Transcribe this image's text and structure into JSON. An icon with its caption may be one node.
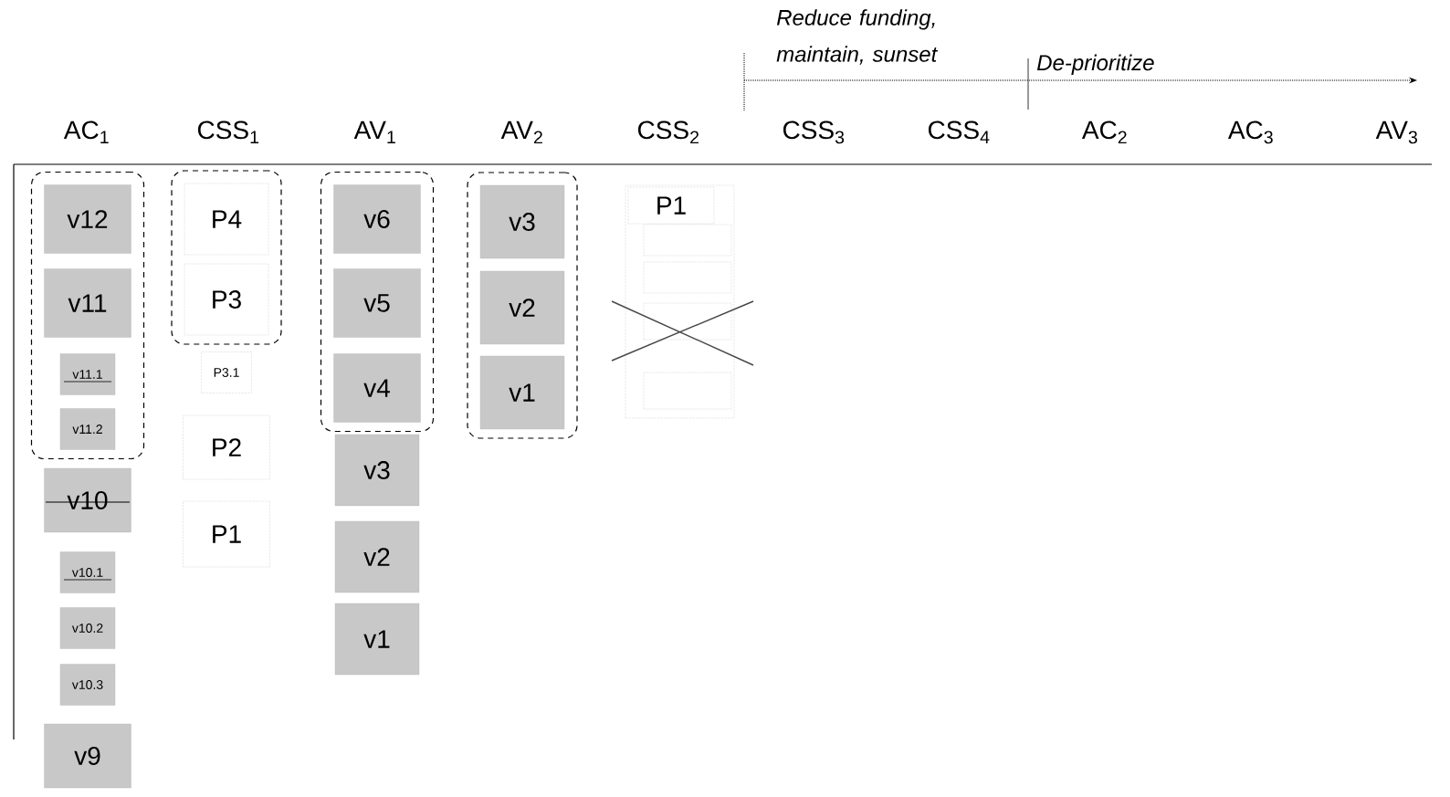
{
  "diagram": {
    "nodes": [
      {
        "text": [],
        "shape": "box"
      },
      {
        "text": [
          "v12"
        ],
        "in": 0
      },
      {
        "text": [
          "v11"
        ],
        "in": 0
      },
      {
        "text": [
          "v11.1"
        ],
        "in": 0
      },
      {
        "text": [
          "v11.2"
        ],
        "in": 0
      },
      {
        "text": [
          "v10"
        ]
      },
      {
        "text": [
          "v10.1"
        ]
      },
      {
        "text": [
          "v10.2"
        ]
      },
      {
        "text": [
          "v10.3"
        ]
      },
      {
        "text": [
          "v9"
        ]
      },
      {
        "text": [],
        "shape": "box"
      },
      {
        "text": [
          "P4"
        ],
        "in": 10
      },
      {
        "text": [
          "P3"
        ],
        "in": 10
      },
      {
        "text": [
          "P3.1"
        ]
      },
      {
        "text": [
          "P2"
        ]
      },
      {
        "text": [
          "P1"
        ]
      },
      {
        "text": [],
        "shape": "box"
      },
      {
        "text": [
          "v6"
        ],
        "in": 16
      },
      {
        "text": [
          "v5"
        ],
        "in": 16
      },
      {
        "text": [
          "v4"
        ],
        "in": 16
      },
      {
        "text": [
          "v3"
        ]
      },
      {
        "text": [
          "v2"
        ]
      },
      {
        "text": [
          "v1"
        ]
      },
      {
        "text": [],
        "shape": "box"
      },
      {
        "text": [
          "v3"
        ],
        "in": 23
      },
      {
        "text": [
          "v2"
        ],
        "in": 23
      },
      {
        "text": [
          "v1"
        ],
        "in": 23
      },
      {
        "text": [],
        "shape": "box"
      },
      {
        "text": [
          "P1"
        ],
        "in": 27
      },
      {
        "text": [],
        "shape": "box",
        "in": 27
      },
      {
        "text": [],
        "shape": "box",
        "in": 27
      },
      {
        "text": [],
        "shape": "box",
        "in": 27
      },
      {
        "text": [],
        "shape": "box",
        "in": 27
      }
    ],
    "labels": [
      "Reduce funding, maintain, sunset",
      "De-prioritize",
      "AC$_{1}$",
      "CSS$_{1}$",
      "AV$_{1}$",
      "AV$_{2}$",
      "CSS$_{2}$",
      "CSS$_{3}$",
      "CSS$_{4}$",
      "AC$_{2}$",
      "AC$_{3}$",
      "AV$_{3}$"
    ]
  }
}
